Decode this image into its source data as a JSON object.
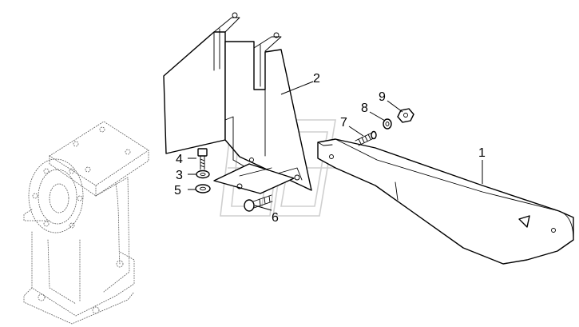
{
  "callouts": {
    "c1": "1",
    "c2": "2",
    "c3": "3",
    "c4": "4",
    "c5": "5",
    "c6": "6",
    "c7": "7",
    "c8": "8",
    "c9": "9"
  },
  "colors": {
    "line": "#000000",
    "background": "#ffffff",
    "watermark": "#cfcfcf"
  }
}
